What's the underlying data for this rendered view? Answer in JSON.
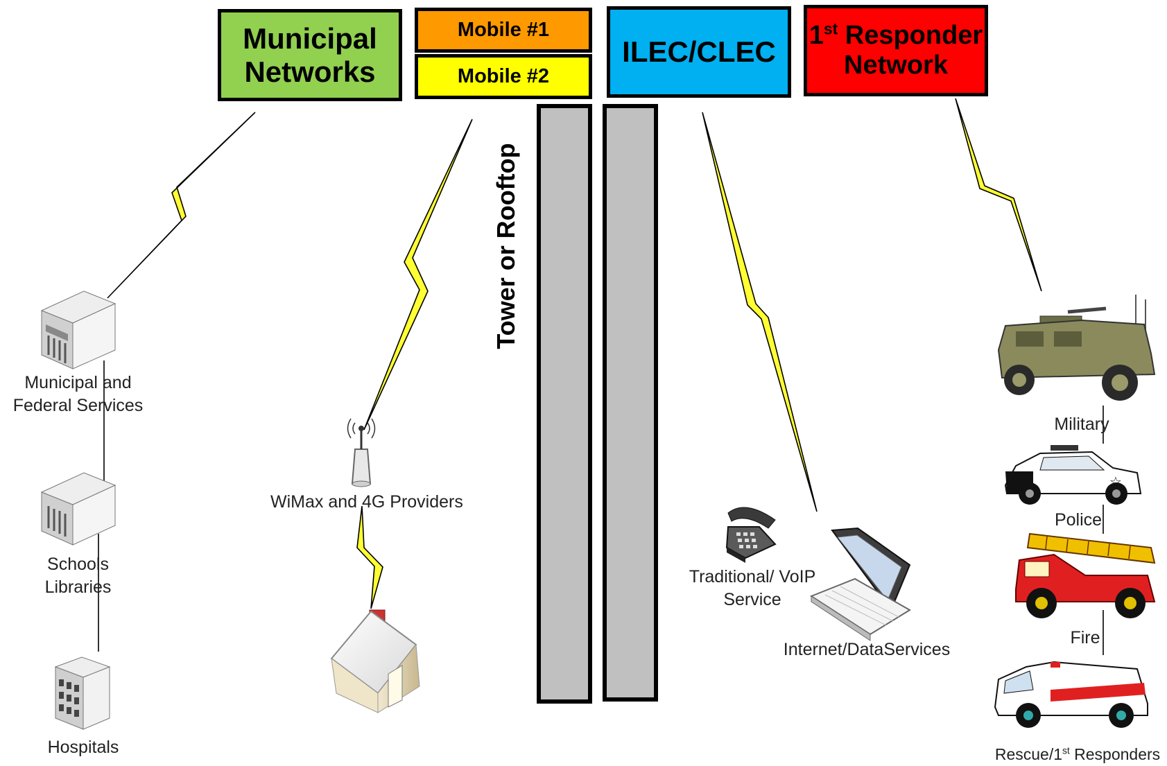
{
  "networks": {
    "municipal": "Municipal\nNetworks",
    "mobile1": "Mobile #1",
    "mobile2": "Mobile #2",
    "ilec": "ILEC/CLEC",
    "responder_pre": "1",
    "responder_sup": "st",
    "responder_post": " Responder\nNetwork"
  },
  "tower_label": "Tower or Rooftop",
  "labels": {
    "municipal_services": "Municipal and\nFederal Services",
    "schools": "Schools\nLibraries",
    "hospitals": "Hospitals",
    "wimax": "WiMax and 4G Providers",
    "voip": "Traditional/ VoIP\nService",
    "internet": "Internet/DataServices",
    "military": "Military",
    "police": "Police",
    "fire": "Fire",
    "rescue_pre": "Rescue/1",
    "rescue_sup": "st",
    "rescue_post": " Responders"
  },
  "colors": {
    "municipal": "#92d050",
    "mobile1": "#ff9900",
    "mobile2": "#ffff00",
    "ilec": "#00b0f0",
    "responder": "#ff0000",
    "tower": "#c0c0c0",
    "lightning": "#ffff33"
  },
  "icons": [
    "building-icon",
    "school-icon",
    "hospital-icon",
    "antenna-icon",
    "house-icon",
    "telephone-icon",
    "laptop-icon",
    "military-vehicle-icon",
    "police-car-icon",
    "fire-truck-icon",
    "ambulance-icon"
  ]
}
